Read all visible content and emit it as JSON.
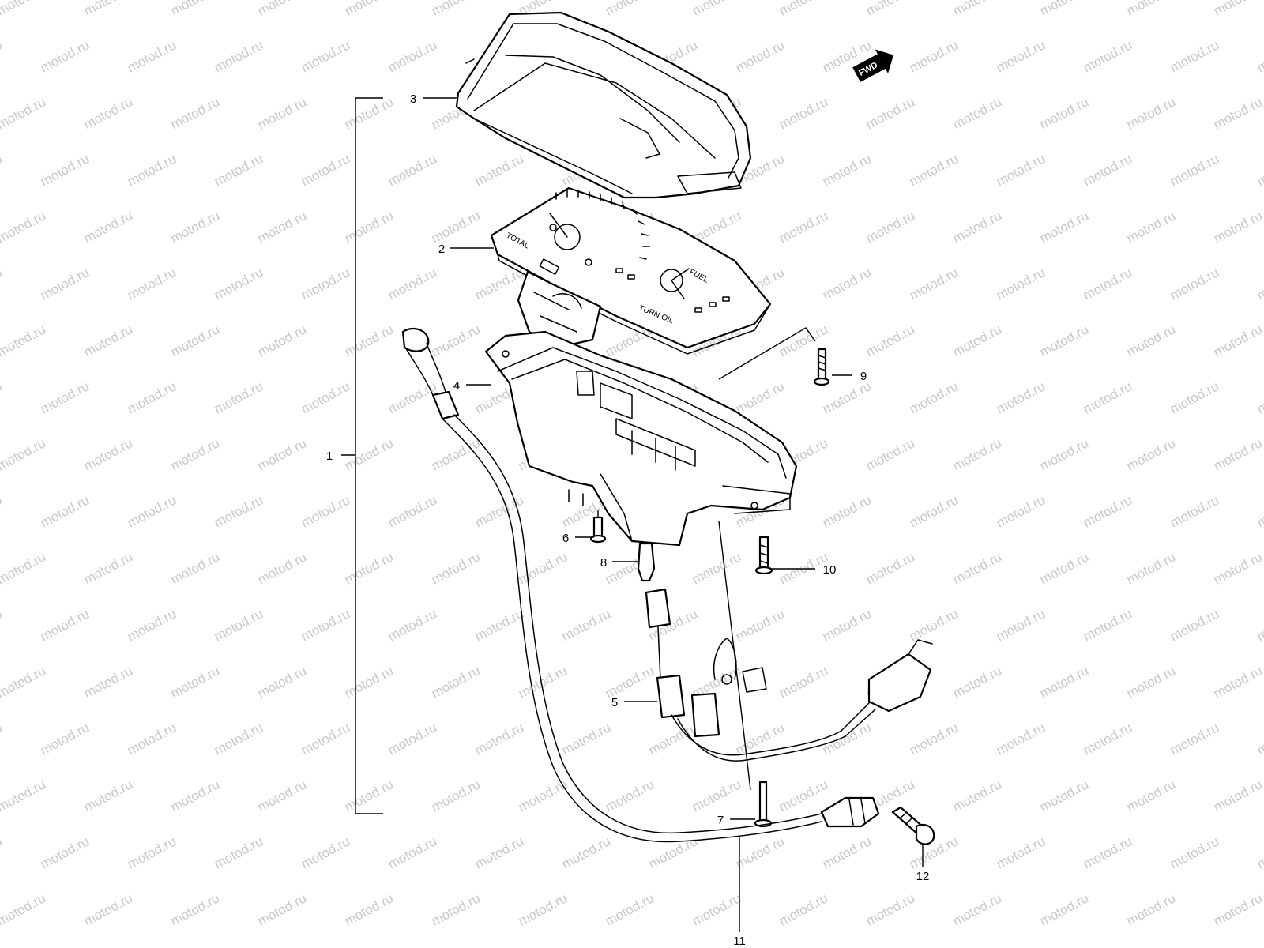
{
  "watermark": {
    "text": "motod.ru"
  },
  "direction_badge": {
    "label": "FWD"
  },
  "panel_labels": {
    "total": "TOTAL",
    "fuel": "FUEL",
    "turn_oil": "TURN OIL"
  },
  "callouts": [
    {
      "id": "c1",
      "label": "1"
    },
    {
      "id": "c2",
      "label": "2"
    },
    {
      "id": "c3",
      "label": "3"
    },
    {
      "id": "c4",
      "label": "4"
    },
    {
      "id": "c5",
      "label": "5"
    },
    {
      "id": "c6",
      "label": "6"
    },
    {
      "id": "c7",
      "label": "7"
    },
    {
      "id": "c8",
      "label": "8"
    },
    {
      "id": "c9",
      "label": "9"
    },
    {
      "id": "c10",
      "label": "10"
    },
    {
      "id": "c11",
      "label": "11"
    },
    {
      "id": "c12",
      "label": "12"
    }
  ]
}
